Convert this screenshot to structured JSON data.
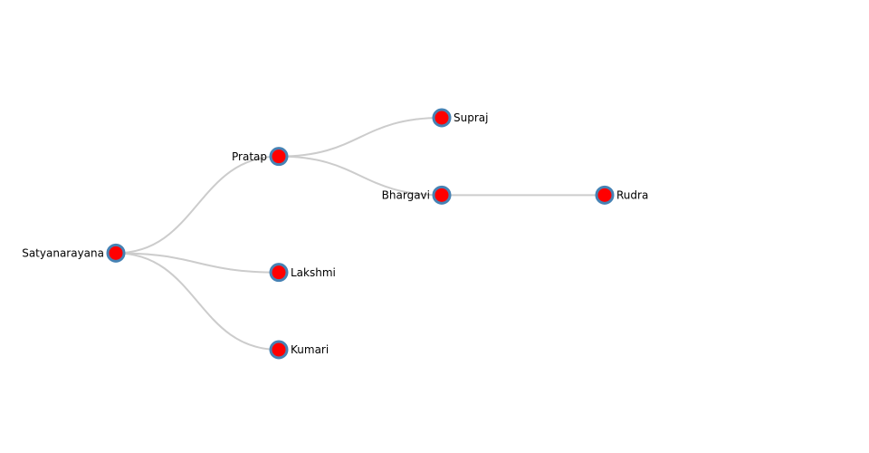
{
  "colors": {
    "node_fill": "#ff0000",
    "node_stroke": "#4682b4",
    "link_stroke": "#cccccc",
    "text": "#000000"
  },
  "tree": {
    "name": "Satyanarayana",
    "children": [
      {
        "name": "Pratap",
        "children": [
          {
            "name": "Supraj"
          },
          {
            "name": "Bhargavi",
            "children": [
              {
                "name": "Rudra"
              }
            ]
          }
        ]
      },
      {
        "name": "Lakshmi"
      },
      {
        "name": "Kumari"
      }
    ]
  }
}
